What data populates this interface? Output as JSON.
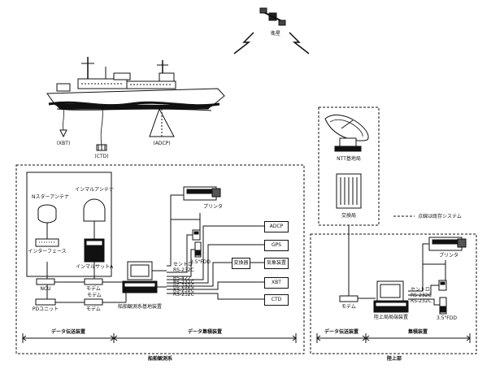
{
  "satellite": {
    "label": "衛星"
  },
  "ship": {
    "xbt": "(XBT)",
    "ctd": "(CTD)",
    "adcp": "(ADCP)"
  },
  "shipboard": {
    "n_star_antenna": "Nスターアンテナ",
    "inmarsat_antenna": "インマルアンテナ",
    "interface": "インターフェース",
    "inmarsat_a": "インマルサットA",
    "ncu": "NCU",
    "modem_1": "モデム",
    "modem_2": "モデム",
    "pd_unit": "PDユニット",
    "modem_3": "モデム",
    "printer": "プリンタ",
    "disk": "3.5\"FDD",
    "adcp": "ADCP",
    "gps": "GPS",
    "converter": "変換器",
    "weather": "気象装置",
    "xbt": "XBT",
    "ctd": "CTD",
    "system_label": "船舶観測系基地装置",
    "transmission_section": "データ伝送装置",
    "collection_section": "データ集積装置",
    "caption": "船舶観測系",
    "ports": [
      "セントロ",
      "RS-232C",
      "RS-422",
      "RS-232C",
      "RS-232C",
      "RS-232C",
      "RS-232C"
    ]
  },
  "ground": {
    "ntt_station": "NTT基地局",
    "exchange": "交換局",
    "legend": "点線は既存システム",
    "modem": "モデム",
    "printer": "プリンタ",
    "station_label": "陸上局局端装置",
    "disk": "3.5\"FDD",
    "ports": [
      "セントロ",
      "RS-232C",
      "RS-232C"
    ],
    "transmission_section": "データ伝送装置",
    "collection_section": "集積装置",
    "caption": "陸上部"
  }
}
